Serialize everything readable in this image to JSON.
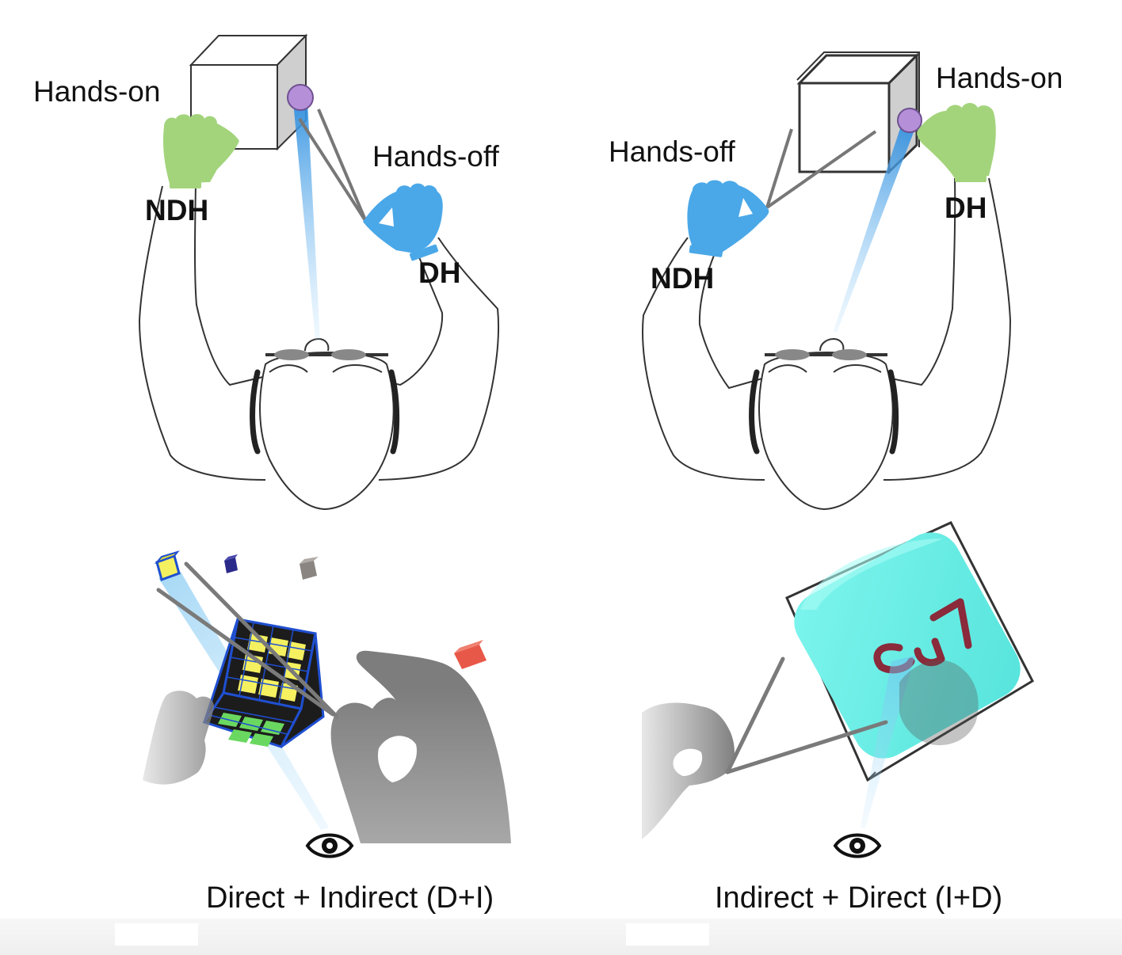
{
  "panels": [
    {
      "id": "left",
      "labels": {
        "hands_on": "Hands-on",
        "hands_off": "Hands-off",
        "ndh": "NDH",
        "dh": "DH"
      },
      "caption": "Direct + Indirect (D+I)"
    },
    {
      "id": "right",
      "labels": {
        "hands_on": "Hands-on",
        "hands_off": "Hands-off",
        "ndh": "NDH",
        "dh": "DH"
      },
      "caption": "Indirect + Direct (I+D)"
    }
  ],
  "icons": [
    "eye-icon",
    "hand-icon",
    "cube-icon",
    "gaze-ray"
  ],
  "colors": {
    "hands_on_hand": "#a3d47c",
    "hands_off_hand": "#4aa8e8",
    "gaze_point": "#b58fd8",
    "gaze_ray": "#3aa0e8",
    "virtual_hand": "#8a8a8a",
    "cyan_cube": "#6cf0e6",
    "rubik_yellow": "#f4f060",
    "rubik_green": "#6ad860",
    "rubik_black": "#1c1c1c",
    "rubik_grid": "#1f4fd0",
    "cube_red": "#e85848",
    "cube_navy": "#2a2a8a",
    "cube_gray": "#8a8580",
    "letters": "#8a2a3a"
  }
}
